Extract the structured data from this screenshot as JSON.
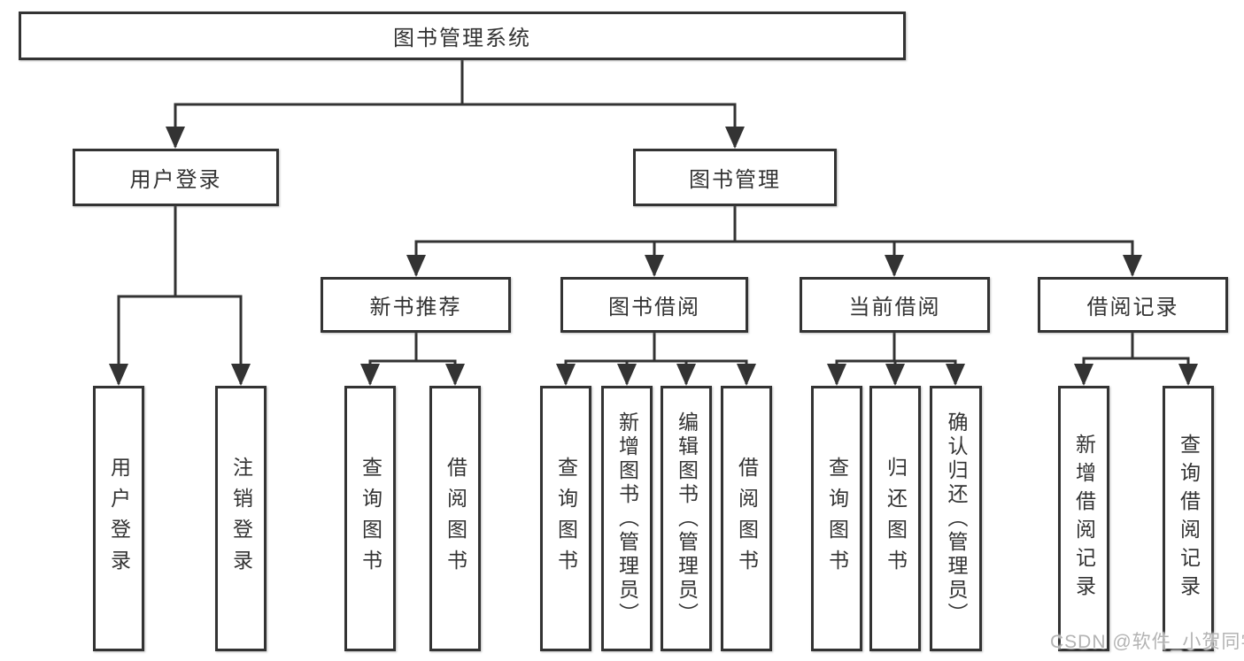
{
  "diagram": {
    "root": {
      "label": "图书管理系统"
    },
    "branches": [
      {
        "label": "用户登录",
        "children": [
          {
            "label": "用户登录"
          },
          {
            "label": "注销登录"
          }
        ]
      },
      {
        "label": "图书管理",
        "children": [
          {
            "label": "新书推荐",
            "children": [
              {
                "label": "查询图书"
              },
              {
                "label": "借阅图书"
              }
            ]
          },
          {
            "label": "图书借阅",
            "children": [
              {
                "label": "查询图书"
              },
              {
                "label": "新增图书（管理员）"
              },
              {
                "label": "编辑图书（管理员）"
              },
              {
                "label": "借阅图书"
              }
            ]
          },
          {
            "label": "当前借阅",
            "children": [
              {
                "label": "查询图书"
              },
              {
                "label": "归还图书"
              },
              {
                "label": "确认归还（管理员）"
              }
            ]
          },
          {
            "label": "借阅记录",
            "children": [
              {
                "label": "新增借阅记录"
              },
              {
                "label": "查询借阅记录"
              }
            ]
          }
        ]
      }
    ],
    "colors": {
      "line": "#333333",
      "box_border": "#333333",
      "box_fill": "#ffffff",
      "text": "#333333",
      "watermark": "#b3b3b3"
    }
  },
  "watermark": {
    "text": "CSDN @软件_小贺同学"
  }
}
